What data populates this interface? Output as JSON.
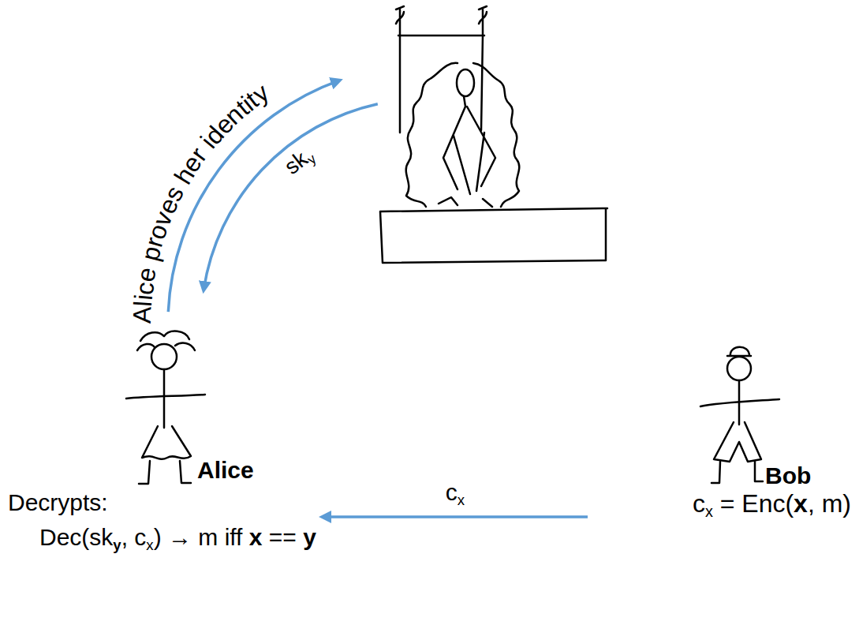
{
  "diagram": {
    "nodes": [
      {
        "text": [
          "Alice",
          "Decrypts:",
          "Dec(sky, cx) → m iff x == y"
        ]
      },
      {
        "text": [
          "Bob",
          "cx = Enc(x, m)"
        ]
      }
    ],
    "edges": [
      {
        "from": 1,
        "to": 0,
        "arrow": "to",
        "label": "cx"
      }
    ],
    "labels": [
      "Alice proves her identity",
      "sky"
    ]
  }
}
